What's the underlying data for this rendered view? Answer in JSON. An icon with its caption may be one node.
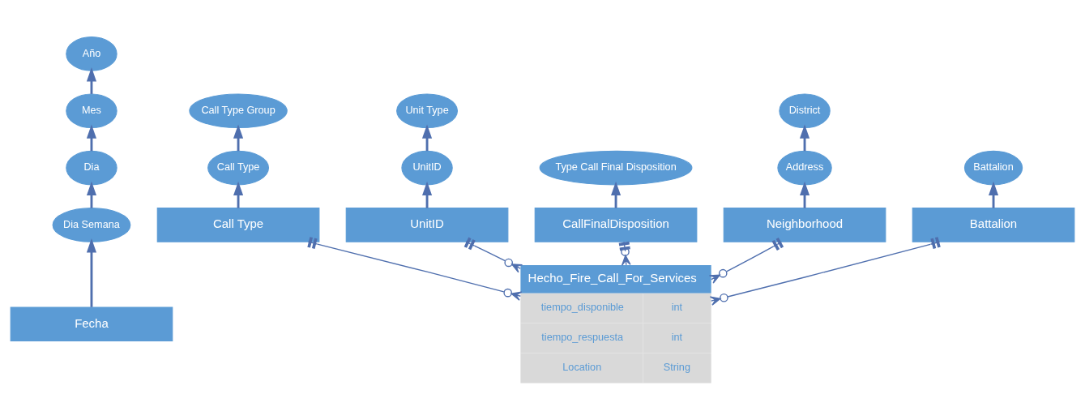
{
  "diagram": {
    "nodes": [
      {
        "text": [
          "Año"
        ]
      },
      {
        "text": [
          "Mes"
        ]
      },
      {
        "text": [
          "Dia"
        ]
      },
      {
        "text": [
          "Dia Semana"
        ]
      },
      {
        "text": [
          "Fecha"
        ]
      },
      {
        "text": [
          "Call Type Group"
        ]
      },
      {
        "text": [
          "Call Type"
        ]
      },
      {
        "text": [
          "Call Type"
        ]
      },
      {
        "text": [
          "Unit Type"
        ]
      },
      {
        "text": [
          "UnitID"
        ]
      },
      {
        "text": [
          "UnitID"
        ]
      },
      {
        "text": [
          "Type Call Final Disposition"
        ]
      },
      {
        "text": [
          "CallFinalDisposition"
        ]
      },
      {
        "text": [
          "District"
        ]
      },
      {
        "text": [
          "Address"
        ]
      },
      {
        "text": [
          "Neighborhood"
        ]
      },
      {
        "text": [
          "Hecho_Fire_Call_For_Services",
          "tiempo_disponible",
          "int",
          "tiempo_respuesta",
          "int",
          "Location",
          "String"
        ]
      },
      {
        "text": [
          "Battalion"
        ]
      },
      {
        "text": [
          "Battalion"
        ]
      }
    ],
    "edges": [
      {
        "from": 3,
        "to": 2,
        "arrow": "to"
      },
      {
        "from": 2,
        "to": 1,
        "arrow": "to"
      },
      {
        "from": 1,
        "to": 0,
        "arrow": "to"
      },
      {
        "from": 4,
        "to": 3,
        "arrow": "to"
      },
      {
        "from": 6,
        "to": 5,
        "arrow": "to"
      },
      {
        "from": 7,
        "to": 6,
        "arrow": "to"
      },
      {
        "from": 9,
        "to": 8,
        "arrow": "to"
      },
      {
        "from": 10,
        "to": 9,
        "arrow": "to"
      },
      {
        "from": 12,
        "to": 11,
        "arrow": "to"
      },
      {
        "from": 14,
        "to": 13,
        "arrow": "to"
      },
      {
        "from": 15,
        "to": 14,
        "arrow": "to"
      },
      {
        "from": 18,
        "to": 17,
        "arrow": "to"
      },
      {
        "from": 7,
        "to": 16,
        "arrow": "other"
      },
      {
        "from": 10,
        "to": 16,
        "arrow": "other"
      },
      {
        "from": 12,
        "to": 16,
        "arrow": "other"
      },
      {
        "from": 15,
        "to": 16,
        "arrow": "other"
      },
      {
        "from": 18,
        "to": 16,
        "arrow": "other"
      }
    ]
  }
}
